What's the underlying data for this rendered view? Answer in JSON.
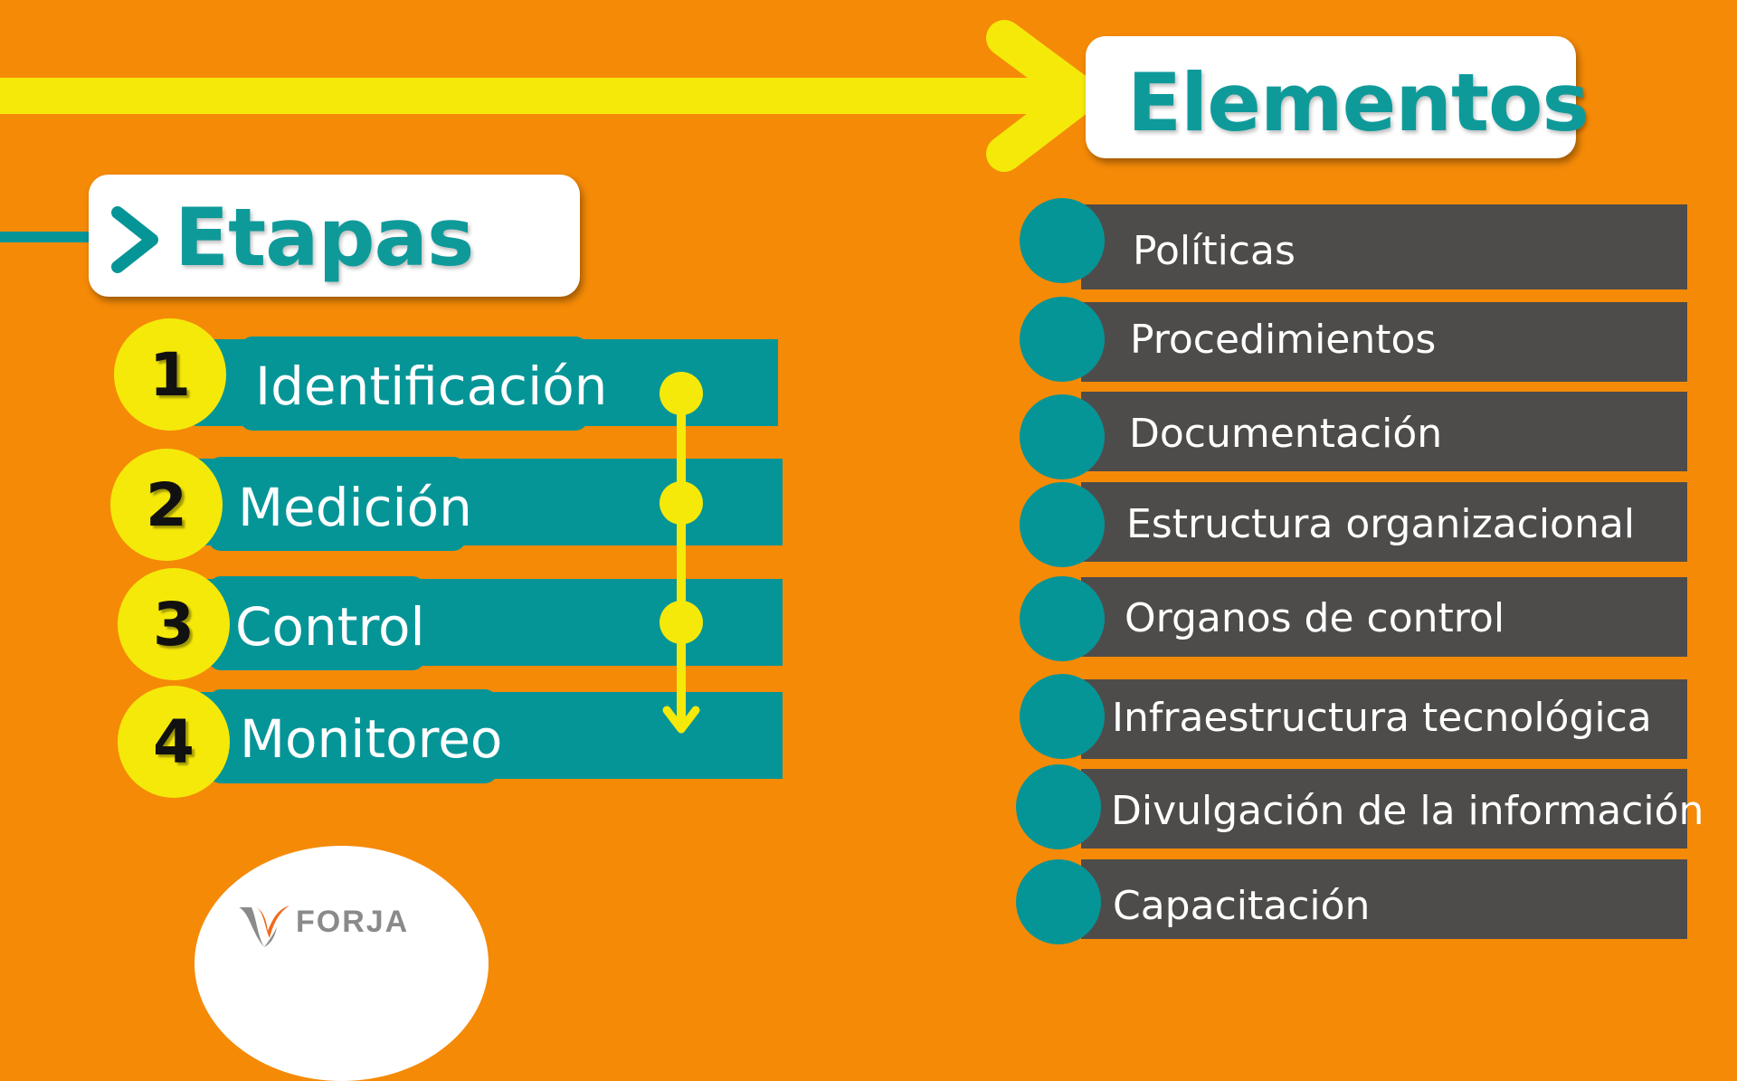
{
  "titles": {
    "elements": "Elementos",
    "stages": "Etapas"
  },
  "stages": [
    {
      "number": "1",
      "label": "Identificación"
    },
    {
      "number": "2",
      "label": "Medición"
    },
    {
      "number": "3",
      "label": "Control"
    },
    {
      "number": "4",
      "label": "Monitoreo"
    }
  ],
  "elements": [
    "Políticas",
    "Procedimientos",
    "Documentación",
    "Estructura organizacional",
    "Organos de control",
    "Infraestructura tecnológica",
    "Divulgación de la información",
    "Capacitación"
  ],
  "logo": {
    "text": "FORJA"
  },
  "colors": {
    "background": "#f58a07",
    "teal": "#069597",
    "yellow": "#f5e90a",
    "gray": "#4e4c4a"
  }
}
